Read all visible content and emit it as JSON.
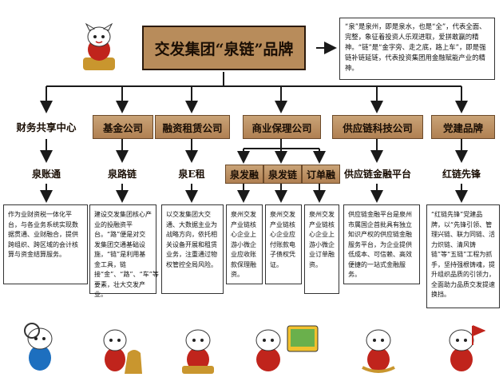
{
  "title": "交发集团“泉链”品牌",
  "note": "“泉”是泉州，即是泉水，也是“全”，代表全面、完整，象征着投资人乐观进取，爱拼敢赢的精神。“链”是“金字旁、走之底，路上车”，即是强链补链延链，代表投资集团用金融赋能产业的精神。",
  "units": [
    {
      "name": "财务共享中心",
      "sub": "泉账通",
      "desc": "作为业财资税一体化平台，与各业务系统实现数据贯通、业财融合，提供跨组织、跨区域的会计核算与资金结算服务。"
    },
    {
      "name": "基金公司",
      "sub": "泉路链",
      "desc": "建设交发集团核心产业的投融资平台。“路”便是对交发集团交通基础设施，“链”是利用基金工具，链接“金”、“路”、“车”等要素，壮大交发产业。"
    },
    {
      "name": "融资租赁公司",
      "sub": "泉E租",
      "desc": "以交发集团大交通、大数据主业为战略方向，依托相关设备开展和租赁业务，注重通过物权管控全局风险。"
    },
    {
      "name": "商业保理公司",
      "subs": [
        {
          "label": "泉发融",
          "desc": "泉州交发产业链核心企业上游小微企业应收账款保理融资。"
        },
        {
          "label": "泉发链",
          "desc": "泉州交发产业链核心企业应付账款电子债权凭证。"
        },
        {
          "label": "订单融",
          "desc": "泉州交发产业链核心企业上游小微企业订单融资。"
        }
      ]
    },
    {
      "name": "供应链科技公司",
      "sub": "供应链金融平台",
      "desc": "供应链金融平台是泉州市属国企首批具有独立知识产权的供应链金融服务平台，为企业提供低成本、可信赖、高效便捷的一站式金融服务。"
    },
    {
      "name": "党建品牌",
      "sub": "红链先锋",
      "desc": "“红链先锋”党建品牌，以“先锋引领、管理兴链、联力同链、活力炽链、清风铸链”等“五链”工程为抓手，坚持强根铸魂，提升组织品质的引领力，全面助力品质交发提速换挡。"
    }
  ],
  "colors": {
    "gold": "#b88c5b",
    "line": "#1a1a1a"
  }
}
